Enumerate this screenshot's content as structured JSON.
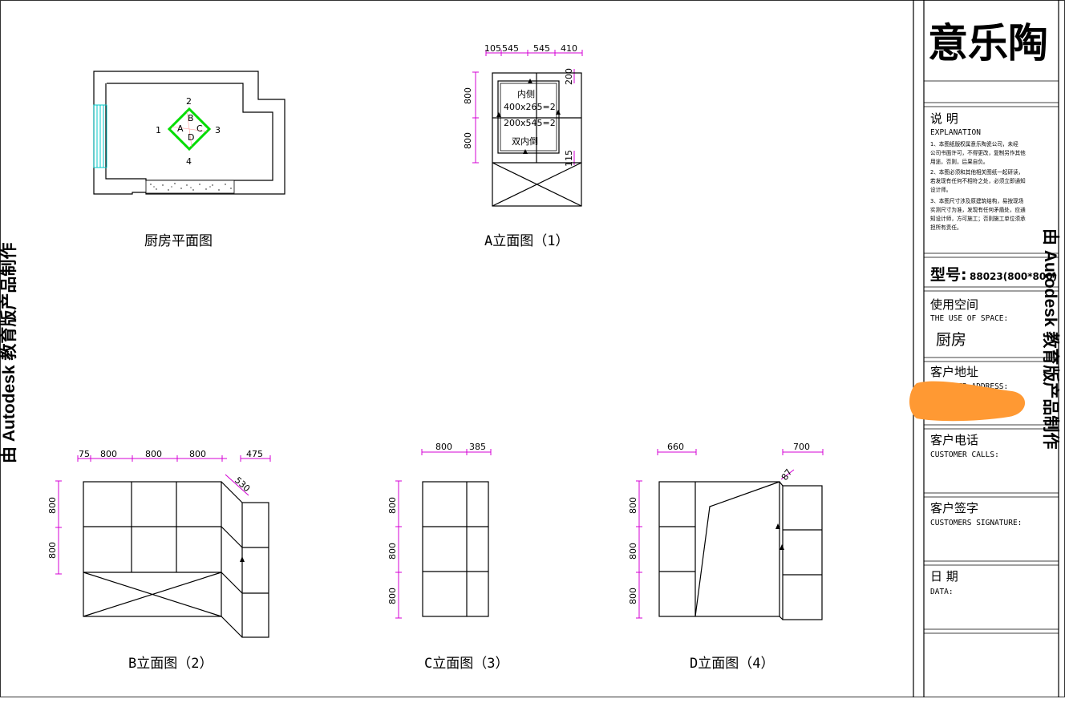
{
  "watermark": "由 Autodesk 教育版产品制作",
  "title_block": {
    "brand": "意乐陶",
    "explanation_heading": "说 明",
    "explanation_en": "EXPLANATION",
    "notes": [
      "1、本图纸版权属意乐陶瓷公司，未经",
      "公司书面许可，不得更改，复制另作其他",
      "用途，否则，后果自负。",
      "2、本图必须和其他相关图纸一起研读，",
      "若发现有任何不相符之处，必须立即通知",
      "设计师。",
      "3、本图尺寸涉及原建筑结构，易按现场",
      "实测尺寸为准，发现有任何矛盾处，应通",
      "知设计师，方可施工；否则施工单位须承",
      "担所有责任。"
    ],
    "model_label": "型号:",
    "model_value": "88023(800*800)",
    "space_label": "使用空间",
    "space_en": "THE USE OF SPACE:",
    "space_value": "厨房",
    "address_label": "客户地址",
    "address_en": "CUSTOMER ADDRESS:",
    "calls_label": "客户电话",
    "calls_en": "CUSTOMER CALLS:",
    "signature_label": "客户签字",
    "signature_en": "CUSTOMERS SIGNATURE:",
    "date_label": "日 期",
    "date_en": "DATA:",
    "redaction_color": "#ff9933"
  },
  "plan": {
    "caption": "厨房平面图",
    "labels": [
      "1",
      "2",
      "3",
      "4"
    ],
    "inner_letters": [
      "A",
      "B",
      "C",
      "D"
    ],
    "accent_green": "#00dd00",
    "accent_cyan": "#00c8c8"
  },
  "elev_a": {
    "caption": "A立面图（1）",
    "dims_top": [
      "105",
      "545",
      "545",
      "410"
    ],
    "dims_left": [
      "800",
      "800"
    ],
    "dims_right": [
      "200",
      "115"
    ],
    "note_lines": [
      "内侧",
      "400x265=2",
      "200x545=2",
      "双内倒"
    ]
  },
  "elev_b": {
    "caption": "B立面图（2）",
    "dims_top": [
      "75",
      "800",
      "800",
      "800",
      "475"
    ],
    "dims_left": [
      "800",
      "800"
    ],
    "dim_diag": "530"
  },
  "elev_c": {
    "caption": "C立面图（3）",
    "dims_top": [
      "800",
      "385"
    ],
    "dims_left": [
      "800",
      "800",
      "800"
    ]
  },
  "elev_d": {
    "caption": "D立面图（4）",
    "dims_top": [
      "660",
      "700"
    ],
    "dims_left": [
      "800",
      "800",
      "800"
    ],
    "dim_diag": "87"
  },
  "colors": {
    "dimension": "#d400d4",
    "line": "#000000"
  }
}
